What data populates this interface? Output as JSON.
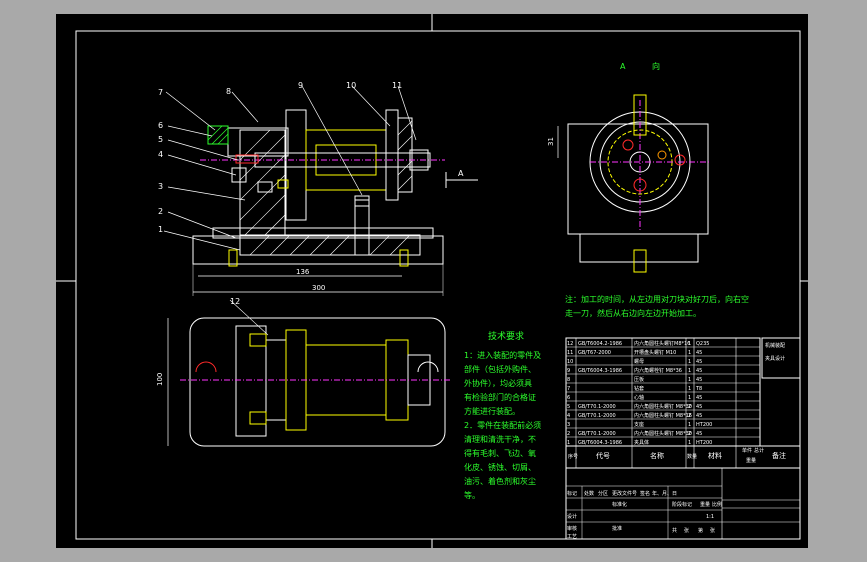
{
  "colors": {
    "background_outer": "#a9a9a9",
    "paper": "#000000",
    "line": "#ffffff",
    "green": "#2cff2c",
    "yellow": "#ffff00",
    "red": "#ff2a2a",
    "magenta": "#ff33ff",
    "orange": "#ff9900"
  },
  "views": {
    "front": {
      "callouts": [
        "1",
        "2",
        "3",
        "4",
        "5",
        "6",
        "7",
        "8",
        "9",
        "10",
        "11"
      ],
      "section_arrow_label": "A",
      "dim_inner": "136",
      "dim_overall": "300"
    },
    "top": {
      "callout": "12",
      "dim_side": "100"
    },
    "aux": {
      "title_a": "A",
      "title_b": "向",
      "dim_side": "31"
    }
  },
  "notes": {
    "note_line1": "注：加工的时间，从左边用对刀块对好刀后，向右空",
    "note_line2": "走一刀，然后从右边向左边开始加工。",
    "tech_title": "技术要求",
    "tech_lines": [
      "1：进入装配的零件及",
      "部件（包括外购件、",
      "外协件），均必须具",
      "有检验部门的合格证",
      "方能进行装配。",
      "2．零件在装配前必须",
      "清理和清洗干净，不",
      "得有毛刺、飞边、氧",
      "化皮、锈蚀、切屑、",
      "油污、着色剂和灰尘",
      "等。"
    ]
  },
  "bom": {
    "rows": [
      [
        "12",
        "GB/T6004.2-1986",
        "内六角圆柱头螺钉M8*16",
        "1",
        "Q235"
      ],
      [
        "11",
        "GB/T67-2000",
        "开槽盘头螺钉 M10",
        "1",
        "45"
      ],
      [
        "10",
        "",
        "螺母",
        "1",
        "45"
      ],
      [
        "9",
        "GB/T6004.3-1986",
        "内六角螺栓钉 M8*36",
        "1",
        "45"
      ],
      [
        "8",
        "",
        "压板",
        "1",
        "45"
      ],
      [
        "7",
        "",
        "钻套",
        "1",
        "T8"
      ],
      [
        "6",
        "",
        "心轴",
        "1",
        "45"
      ],
      [
        "5",
        "GB/T70.1-2000",
        "内六角圆柱头螺钉 M8*30",
        "2",
        "45"
      ],
      [
        "4",
        "GB/T70.1-2000",
        "内六角圆柱头螺钉 M8*16",
        "2",
        "45"
      ],
      [
        "3",
        "",
        "支座",
        "1",
        "HT200"
      ],
      [
        "2",
        "GB/T70.1-2000",
        "内六角圆柱头螺钉 M8*30",
        "2",
        "45"
      ],
      [
        "1",
        "GB/T6004.3-1986",
        "夹具体",
        "1",
        "HT200"
      ]
    ],
    "header": [
      "序号",
      "代号",
      "名称",
      "数量",
      "材料",
      "单件",
      "总计",
      "备注"
    ],
    "weight_label": "重量"
  },
  "title_block": {
    "left_labels": [
      "标记",
      "处数",
      "分区",
      "更改文件号",
      "签名",
      "年、月、日"
    ],
    "row_labels": [
      "设计",
      "审核",
      "工艺"
    ],
    "mid_labels": [
      "标准化",
      "批准"
    ],
    "stage_labels": [
      "阶段标记",
      "重量",
      "比例"
    ],
    "scale": "1:1",
    "sheet_labels": [
      "共",
      "张",
      "第",
      "张"
    ]
  },
  "side_labels": [
    "机械装配",
    "夹具设计"
  ]
}
